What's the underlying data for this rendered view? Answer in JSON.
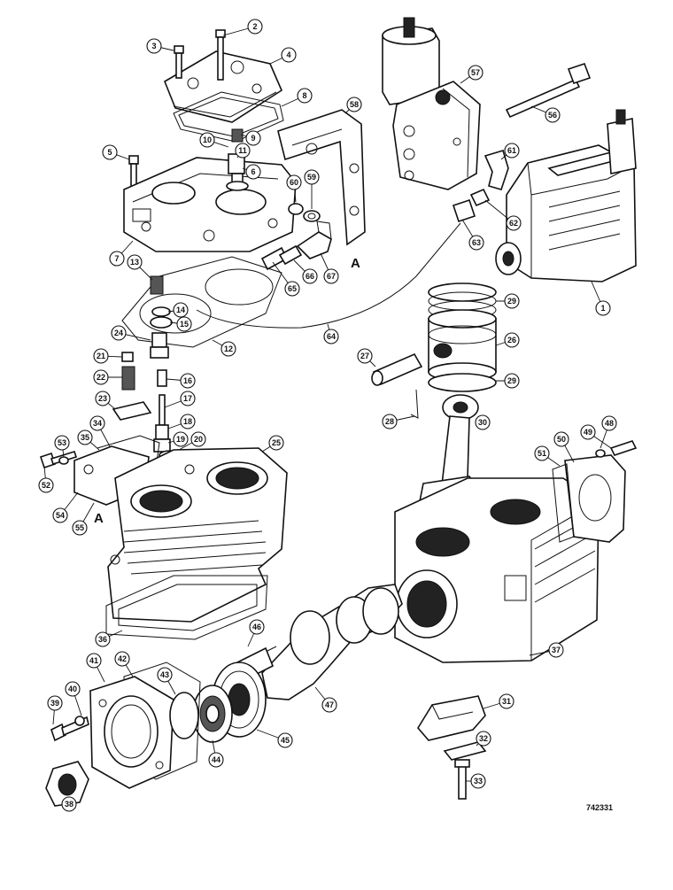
{
  "figure_number": "742331",
  "reference_marks": [
    "A",
    "A"
  ],
  "callouts": [
    "1",
    "2",
    "3",
    "4",
    "5",
    "6",
    "7",
    "8",
    "9",
    "10",
    "11",
    "12",
    "13",
    "14",
    "15",
    "16",
    "17",
    "18",
    "19",
    "20",
    "21",
    "22",
    "23",
    "24",
    "25",
    "26",
    "27",
    "28",
    "29",
    "29",
    "30",
    "31",
    "32",
    "33",
    "34",
    "35",
    "36",
    "37",
    "38",
    "39",
    "40",
    "41",
    "42",
    "43",
    "44",
    "45",
    "46",
    "47",
    "48",
    "49",
    "50",
    "51",
    "52",
    "53",
    "54",
    "55",
    "56",
    "57",
    "58",
    "59",
    "60",
    "61",
    "62",
    "63",
    "64",
    "65",
    "66",
    "67"
  ]
}
